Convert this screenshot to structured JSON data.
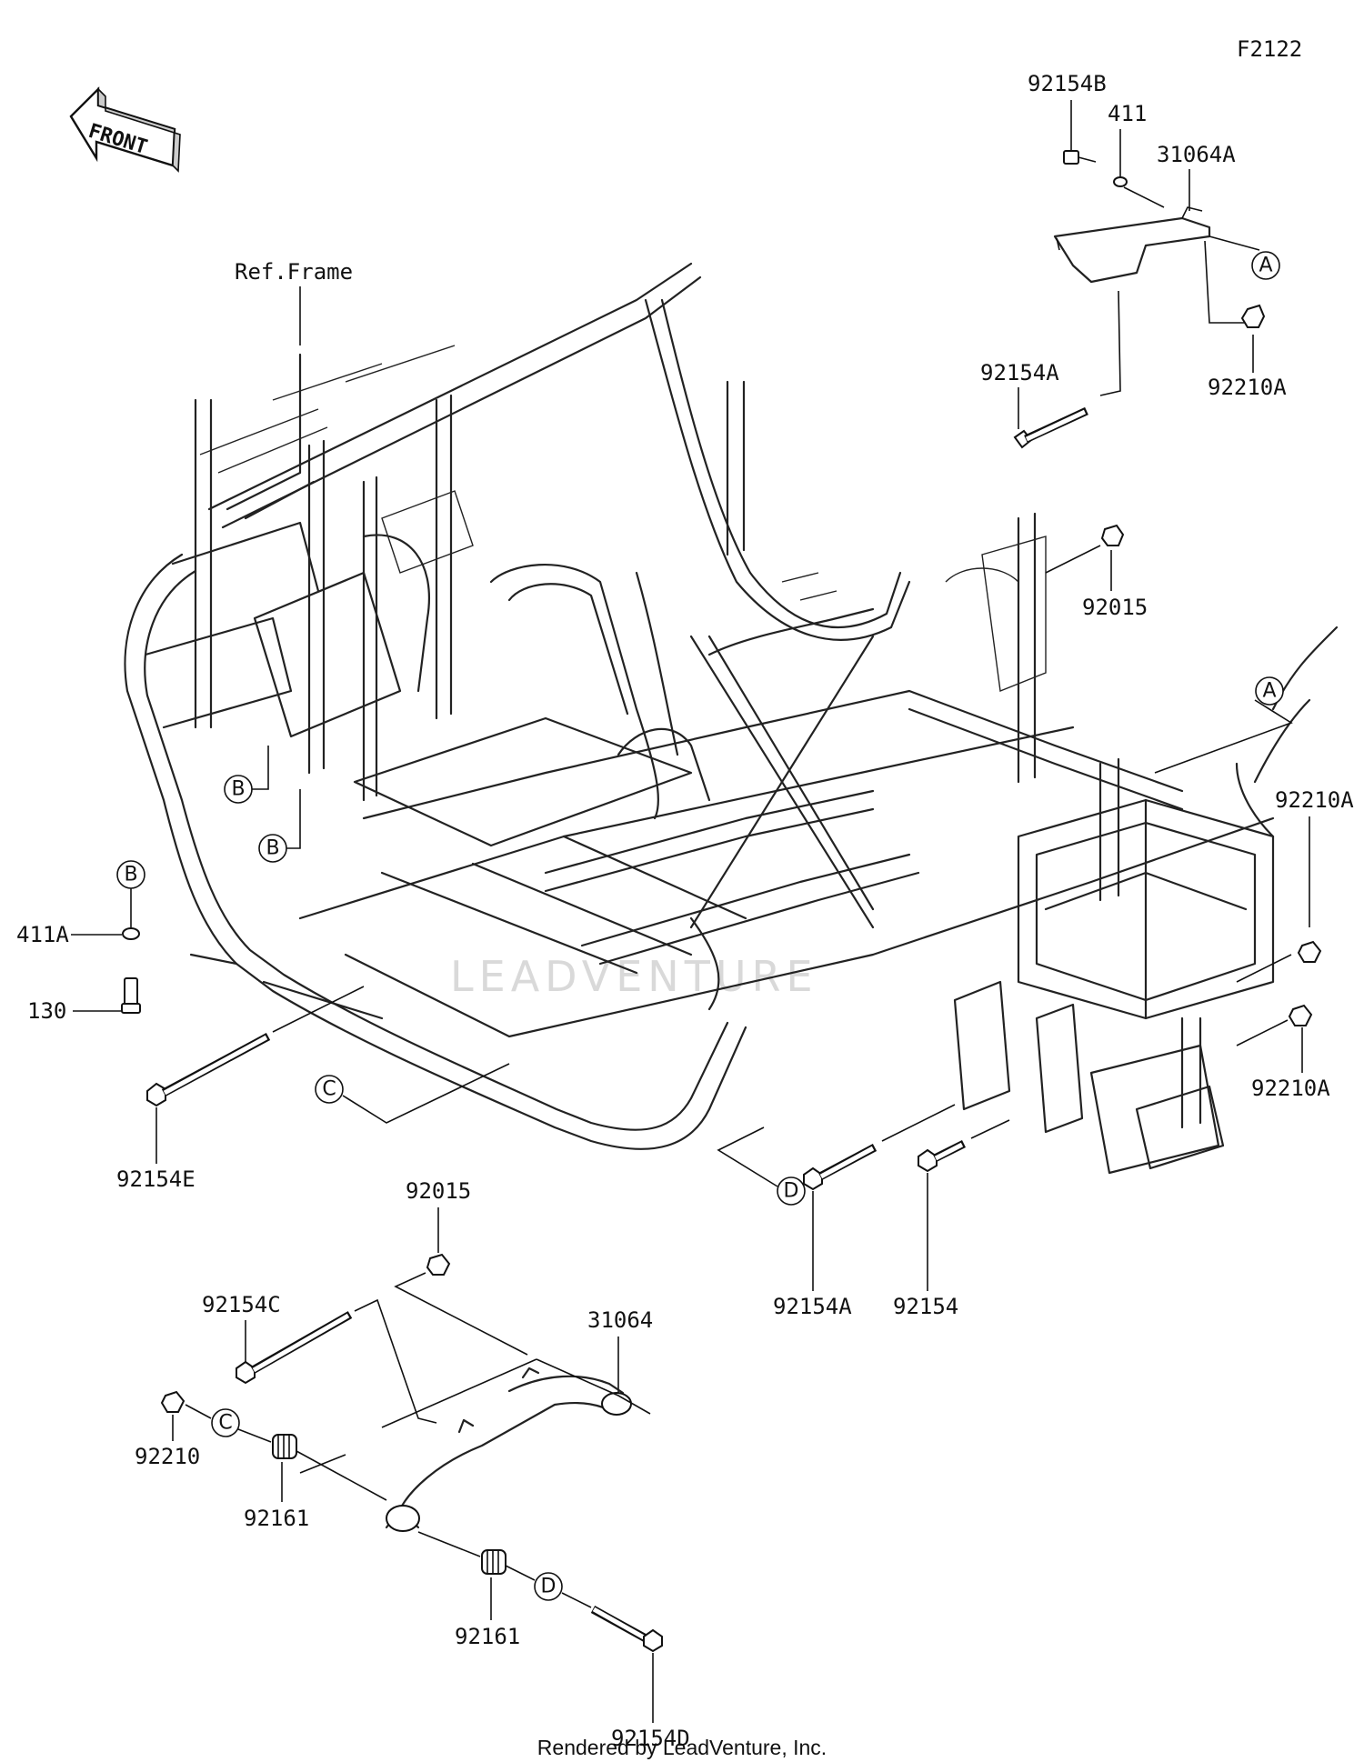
{
  "figure_code": "F2122",
  "footer": "Rendered by LeadVenture, Inc.",
  "front_arrow": "FRONT",
  "reference": "Ref.Frame",
  "watermark": "LEADVENTURE",
  "callouts": {
    "a": "A",
    "b": "B",
    "c": "C",
    "d": "D"
  },
  "parts": {
    "p92154B": "92154B",
    "p411": "411",
    "p31064A": "31064A",
    "p92154A_top": "92154A",
    "p92210A_top": "92210A",
    "p92015_top": "92015",
    "p92210A_r1": "92210A",
    "p92210A_r2": "92210A",
    "p411A": "411A",
    "p130": "130",
    "p92154E": "92154E",
    "p92015_bot": "92015",
    "p92154C": "92154C",
    "p31064": "31064",
    "p92210": "92210",
    "p92161_a": "92161",
    "p92161_b": "92161",
    "p92154D": "92154D",
    "p92154A_bot": "92154A",
    "p92154": "92154"
  }
}
